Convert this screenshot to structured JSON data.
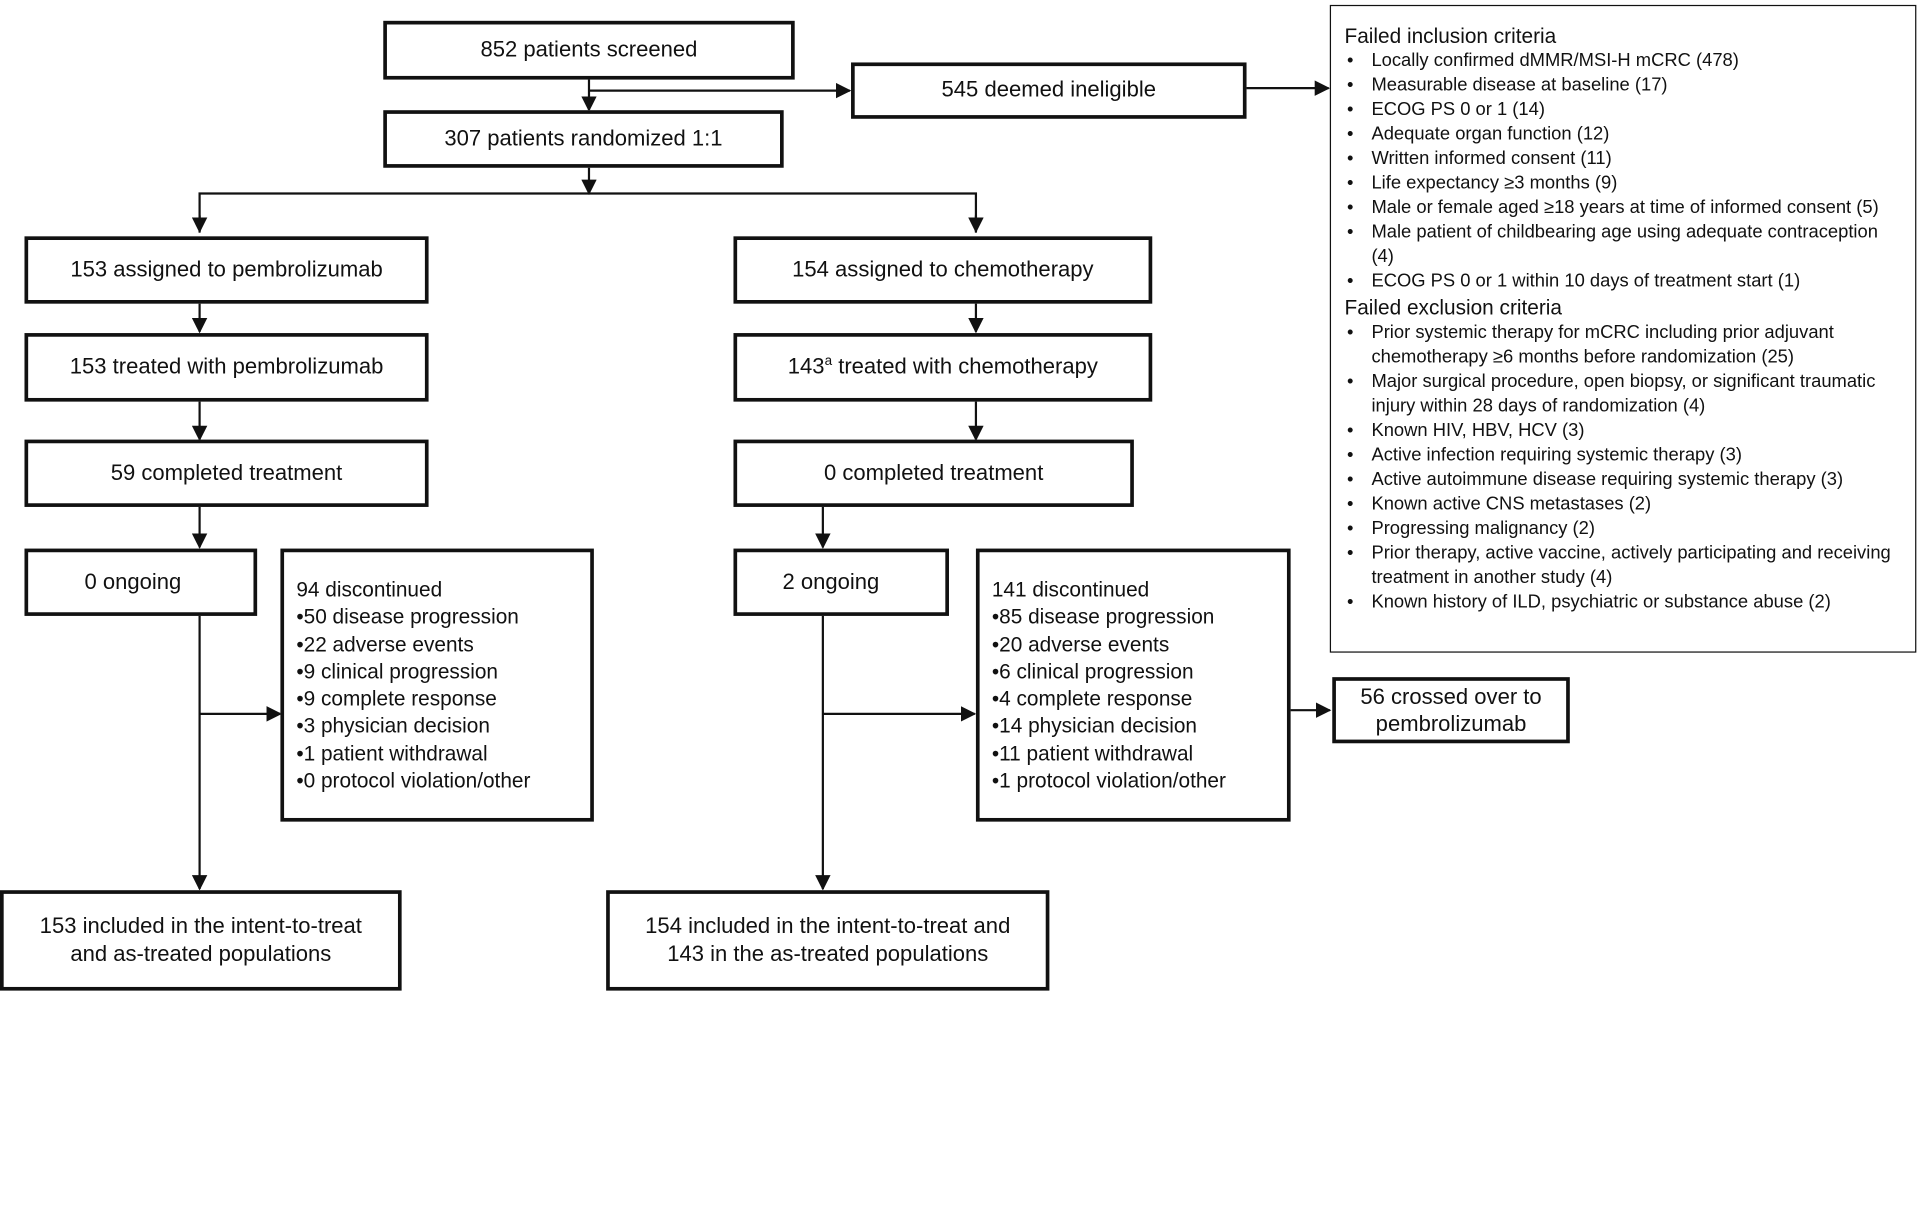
{
  "flow": {
    "screened": "852 patients screened",
    "ineligible": "545 deemed ineligible",
    "randomized": "307 patients randomized 1:1",
    "crossover": "56 crossed over to pembrolizumab",
    "pembro": {
      "assigned": "153 assigned to pembrolizumab",
      "treated": "153 treated with pembrolizumab",
      "completed": "59 completed treatment",
      "ongoing": "0 ongoing",
      "discontinued_title": "94 discontinued",
      "discontinued_reasons": [
        "•50 disease progression",
        "•22 adverse events",
        "•9 clinical progression",
        "•9 complete response",
        "•3 physician decision",
        "•1 patient withdrawal",
        "•0 protocol violation/other"
      ],
      "itt": "153 included in the intent-to-treat and as-treated populations"
    },
    "chemo": {
      "assigned": "154 assigned to chemotherapy",
      "treated_number": "143",
      "treated_superscript": "a",
      "treated_text": " treated with chemotherapy",
      "completed": "0 completed treatment",
      "ongoing": "2 ongoing",
      "discontinued_title": "141 discontinued",
      "discontinued_reasons": [
        "•85 disease progression",
        "•20 adverse events",
        "•6 clinical progression",
        "•4 complete response",
        "•14 physician decision",
        "•11 patient withdrawal",
        "•1 protocol violation/other"
      ],
      "itt": "154 included in the intent-to-treat and 143 in the as-treated populations"
    }
  },
  "criteria": {
    "inclusion_title": "Failed inclusion criteria",
    "inclusion": [
      "Locally confirmed dMMR/MSI-H mCRC (478)",
      "Measurable disease at baseline (17)",
      "ECOG PS 0 or 1 (14)",
      "Adequate organ function (12)",
      "Written informed consent (11)",
      "Life expectancy ≥3 months (9)",
      "Male or female aged ≥18 years at time of informed consent (5)",
      "Male patient of childbearing age using adequate contraception (4)",
      "ECOG PS 0 or 1 within 10 days of treatment start (1)"
    ],
    "exclusion_title": "Failed exclusion criteria",
    "exclusion": [
      "Prior systemic therapy for mCRC including prior adjuvant chemotherapy ≥6 months before randomization (25)",
      "Major surgical procedure, open biopsy, or significant traumatic injury within 28 days of randomization (4)",
      " Known HIV, HBV, HCV (3)",
      "Active infection requiring systemic therapy (3)",
      "Active autoimmune disease requiring systemic therapy (3)",
      "Known active CNS metastases (2)",
      "Progressing malignancy (2)",
      "Prior therapy, active vaccine, actively participating and receiving treatment in another study (4)",
      "Known history of ILD, psychiatric or substance abuse (2)"
    ]
  }
}
